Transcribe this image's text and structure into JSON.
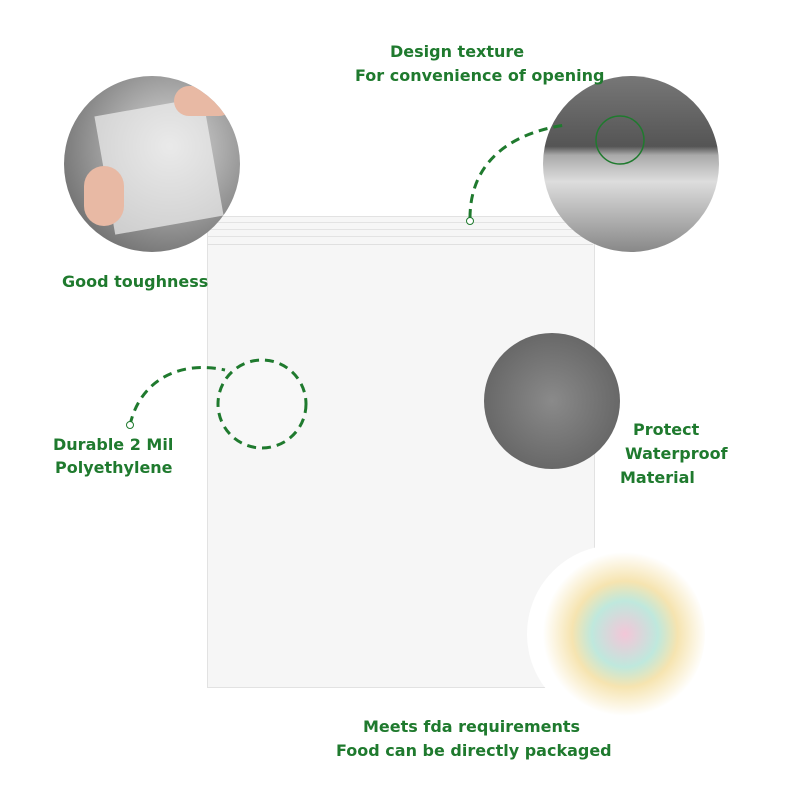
{
  "labels": {
    "texture_line1": "Design texture",
    "texture_line2": "For convenience of opening",
    "toughness": "Good toughness",
    "durable_line1": "Durable 2 Mil",
    "durable_line2": "Polyethylene",
    "waterproof_line1": "Protect",
    "waterproof_line2": "Waterproof",
    "waterproof_line3": "Material",
    "fda_line1": "Meets fda requirements",
    "fda_line2": "Food can be directly packaged"
  },
  "colors": {
    "text": "#1f7a2e"
  }
}
